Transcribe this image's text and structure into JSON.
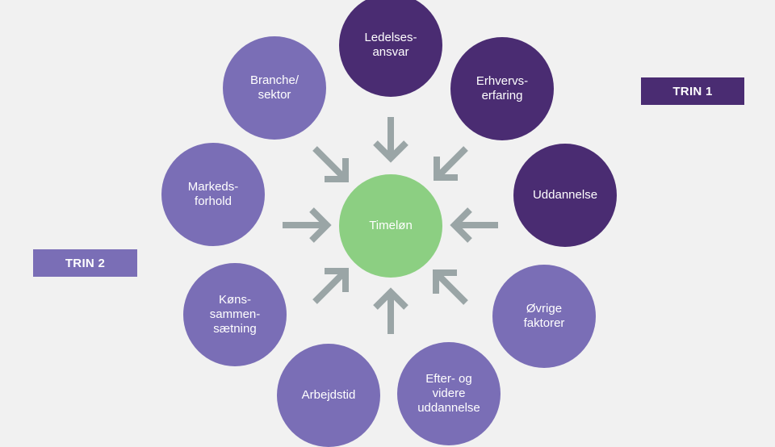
{
  "badges": {
    "trin1": "TRIN 1",
    "trin2": "TRIN 2"
  },
  "center": "Timeløn",
  "nodes": {
    "ledelsesansvar": "Ledelses-\nansvar",
    "erhvervserfaring": "Erhvervs-\nerfaring",
    "uddannelse": "Uddannelse",
    "ovrige_faktorer": "Øvrige\nfaktorer",
    "efter_videre_uddannelse": "Efter- og\nvidere\nuddannelse",
    "arbejdstid": "Arbejdstid",
    "konssammensaetning": "Køns-\nsammen-\nsætning",
    "markedsforhold": "Markeds-\nforhold",
    "branche_sektor": "Branche/\nsektor"
  },
  "colors": {
    "background": "#f1f1f1",
    "trin1": "#4a2c72",
    "trin2": "#7a6eb6",
    "center": "#8ccf82",
    "arrow": "#9aa5a6"
  }
}
